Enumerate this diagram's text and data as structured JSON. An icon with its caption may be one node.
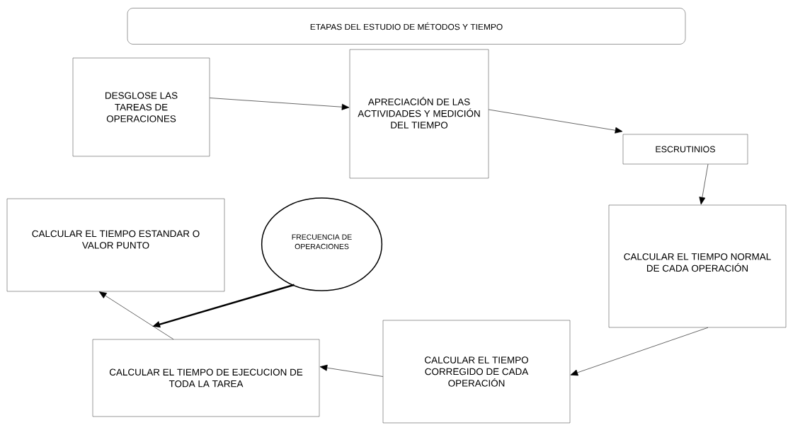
{
  "diagram": {
    "title": "ETAPAS DEL ESTUDIO DE MÉTODOS Y TIEMPO",
    "nodes": [
      {
        "text": [
          "DESGLOSE LAS TAREAS DE OPERACIONES"
        ]
      },
      {
        "text": [
          "APRECIACIÓN DE LAS ACTIVIDADES Y MEDICIÓN DEL TIEMPO"
        ]
      },
      {
        "text": [
          "ESCRUTINIOS"
        ]
      },
      {
        "text": [
          "CALCULAR EL TIEMPO NORMAL DE CADA OPERACIÓN"
        ]
      },
      {
        "text": [
          "CALCULAR EL TIEMPO CORREGIDO DE CADA OPERACIÓN"
        ]
      },
      {
        "text": [
          "CALCULAR EL TIEMPO DE EJECUCION DE TODA LA TAREA"
        ]
      },
      {
        "text": [
          "CALCULAR EL TIEMPO ESTANDAR O VALOR PUNTO"
        ]
      },
      {
        "text": [
          "FRECUENCIA DE OPERACIONES"
        ]
      }
    ],
    "edges": [
      {
        "from": 0,
        "to": 1,
        "arrow": "to"
      },
      {
        "from": 1,
        "to": 2,
        "arrow": "to"
      },
      {
        "from": 2,
        "to": 3,
        "arrow": "to"
      },
      {
        "from": 3,
        "to": 4,
        "arrow": "to"
      },
      {
        "from": 4,
        "to": 5,
        "arrow": "to"
      },
      {
        "from": 5,
        "to": 6,
        "arrow": "to"
      },
      {
        "from": 7,
        "to": 5,
        "arrow": "to",
        "style": "thick"
      }
    ]
  }
}
